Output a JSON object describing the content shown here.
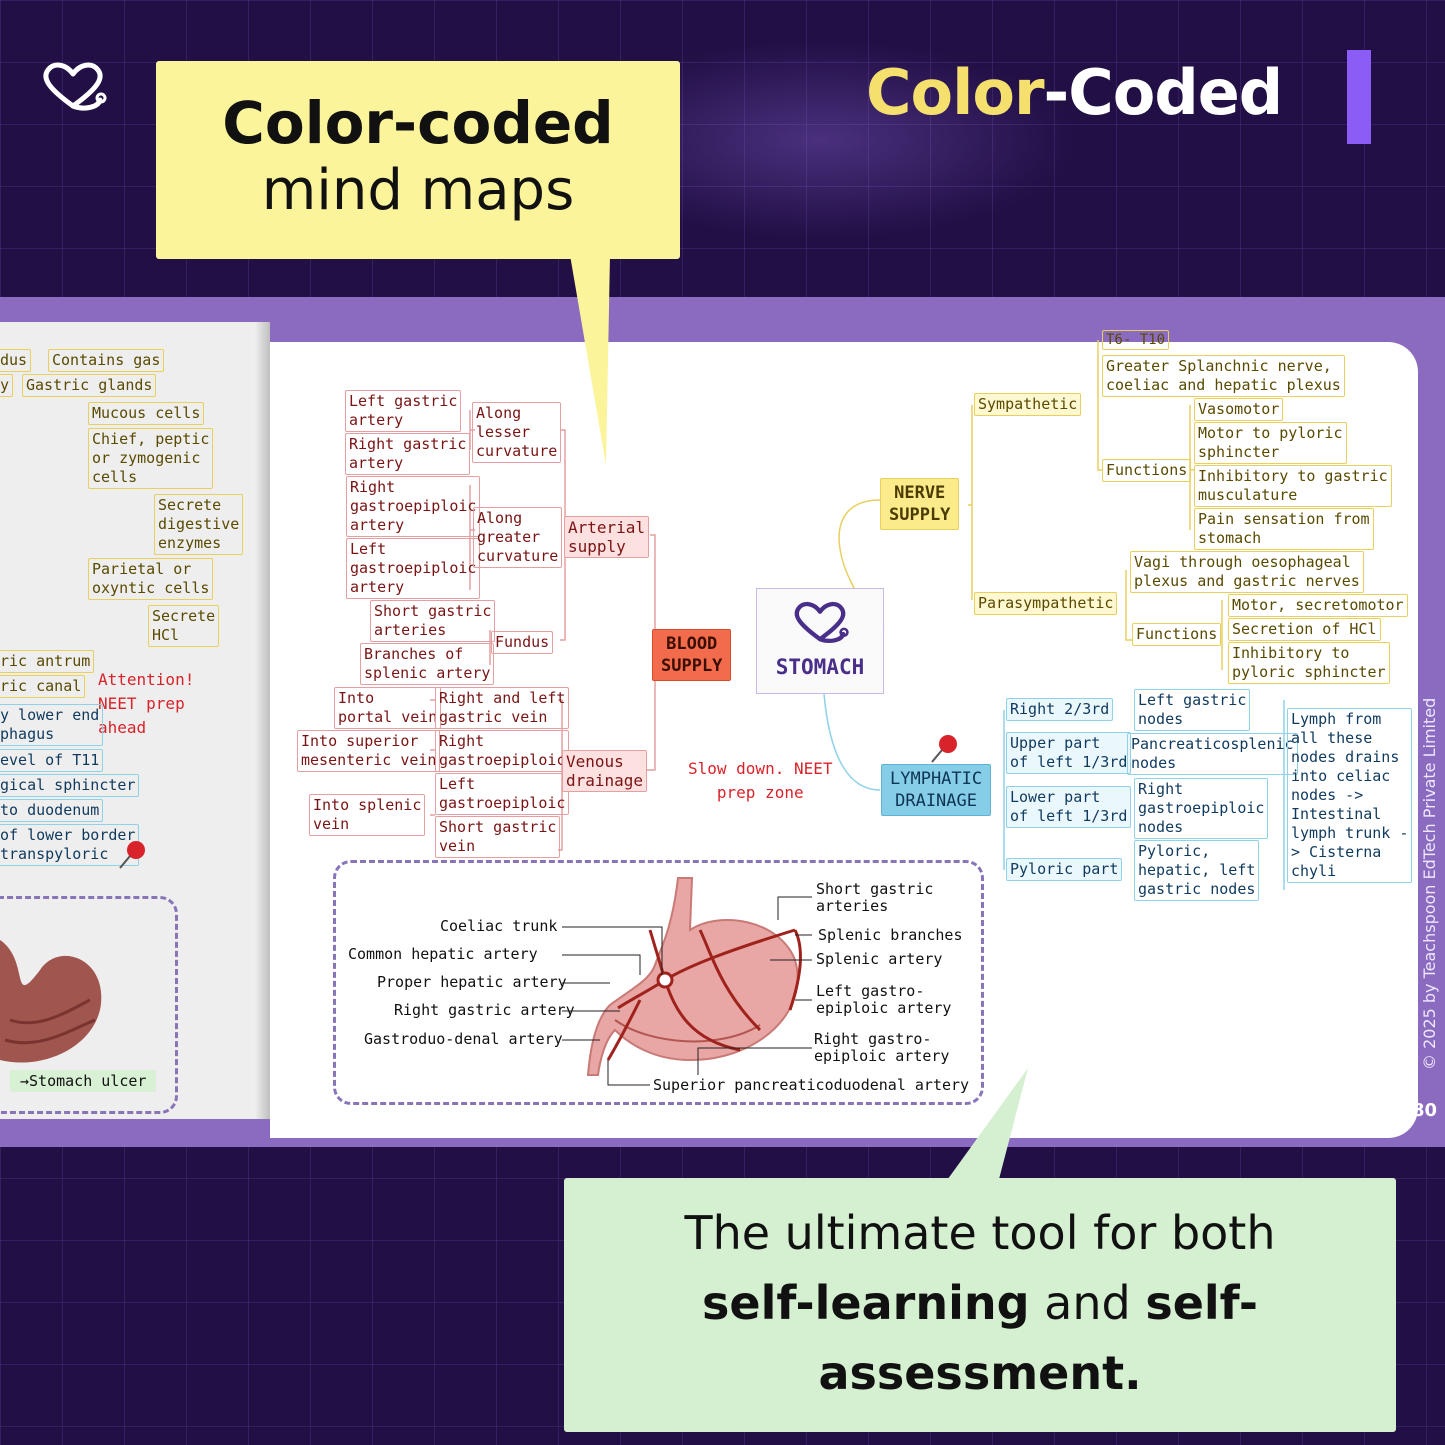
{
  "brand": {
    "title_part1": "Color",
    "title_part2": "-Coded"
  },
  "callout_top": {
    "line1": "Color-coded",
    "line2": "mind maps"
  },
  "callout_bottom": {
    "t1": "The ultimate tool for both",
    "t2": "self-learning",
    "t3": " and ",
    "t4": "self-",
    "t5": "assessment."
  },
  "left_page": {
    "yellow_nodes": [
      "dus",
      "Contains gas",
      "y",
      "Gastric glands",
      "Mucous cells",
      "Chief, peptic\nor zymogenic\ncells",
      "Secrete\ndigestive\nenzymes",
      "Parietal or\noxyntic cells",
      "Secrete\nHCl",
      "ric antrum",
      "ric canal"
    ],
    "blue_nodes": [
      "y lower end\nphagus",
      "evel of T11",
      "gical sphincter",
      "to duodenum",
      "of lower border\ntranspyloric"
    ],
    "attention": "Attention!\nNEET prep\nahead",
    "ulcer_label": "Stomach ulcer"
  },
  "center": {
    "label": "STOMACH"
  },
  "blood_supply": {
    "label": "BLOOD\nSUPPLY",
    "arterial": "Arterial\nsupply",
    "venous": "Venous\ndrainage",
    "lesser": "Along\nlesser\ncurvature",
    "greater": "Along\ngreater\ncurvature",
    "fundus": "Fundus",
    "left_gastric_artery": "Left gastric\nartery",
    "right_gastric_artery": "Right gastric\nartery",
    "right_gastroepiploic_artery": "Right\ngastroepiploic\nartery",
    "left_gastroepiploic_artery": "Left\ngastroepiploic\nartery",
    "short_gastric_arteries": "Short gastric\narteries",
    "branches_splenic": "Branches of\nsplenic artery",
    "rl_gastric_vein": "Right and left\ngastric vein",
    "into_portal": "Into\nportal vein",
    "right_gastroepiploic_v": "Right\ngastroepiploic",
    "into_sup_mes": "Into superior\nmesenteric vein",
    "left_gastroepiploic_v": "Left\ngastroepiploic",
    "short_gastric_vein": "Short gastric\nvein",
    "into_splenic": "Into splenic\nvein"
  },
  "slow_down": "Slow down. NEET\nprep zone",
  "nerve_supply": {
    "label": "NERVE\nSUPPLY",
    "sympathetic": "Sympathetic",
    "t6": "T6- T10",
    "greater_splanchnic": "Greater Splanchnic nerve,\ncoeliac and hepatic plexus",
    "functions1": "Functions",
    "vasomotor": "Vasomotor",
    "motor_pyloric": "Motor to pyloric\nsphincter",
    "inhibitory_gastric": "Inhibitory to gastric\nmusculature",
    "pain": "Pain sensation from\nstomach",
    "parasympathetic": "Parasympathetic",
    "vagi": "Vagi through oesophageal\nplexus and gastric nerves",
    "functions2": "Functions",
    "motor_secretomotor": "Motor, secretomotor",
    "secretion_hcl": "Secretion of HCl",
    "inhibitory_pyloric": "Inhibitory to\npyloric sphincter"
  },
  "lymphatic": {
    "label": "LYMPHATIC\nDRAINAGE",
    "right23": "Right 2/3rd",
    "left_gastric_nodes": "Left gastric\nnodes",
    "upper_left": "Upper part\nof left 1/3rd",
    "pancreaticosplenic": "Pancreaticosplenic\nnodes",
    "lower_left": "Lower part\nof left 1/3rd",
    "right_gastroepiploic_nodes": "Right\ngastroepiploic\nnodes",
    "pyloric_part": "Pyloric part",
    "pyloric_nodes": "Pyloric,\nhepatic, left\ngastric nodes",
    "lymph_all": "Lymph from\nall these\nnodes drains\ninto celiac\nnodes ->\nIntestinal\nlymph trunk -\n> Cisterna\nchyli"
  },
  "diagram": {
    "left_labels": [
      "Coeliac trunk",
      "Common hepatic artery",
      "Proper hepatic artery",
      "Right gastric artery",
      "Gastroduo-denal artery"
    ],
    "right_labels": [
      "Short gastric\narteries",
      "Splenic branches",
      "Splenic artery",
      "Left gastro-\nepiploic artery",
      "Right gastro-\nepiploic artery"
    ],
    "bottom_label": "Superior pancreaticoduodenal artery"
  },
  "copyright": "© 2025 by Teachspoon EdTech Private Limited",
  "page_number": "80",
  "colors": {
    "background": "#210f45",
    "yellow_callout": "#fcf49a",
    "green_callout": "#d4f0d0",
    "accent_purple": "#8b5cf6",
    "blood": "#f26b4c",
    "nerve": "#fbeb8a",
    "lymph": "#86cde8"
  }
}
